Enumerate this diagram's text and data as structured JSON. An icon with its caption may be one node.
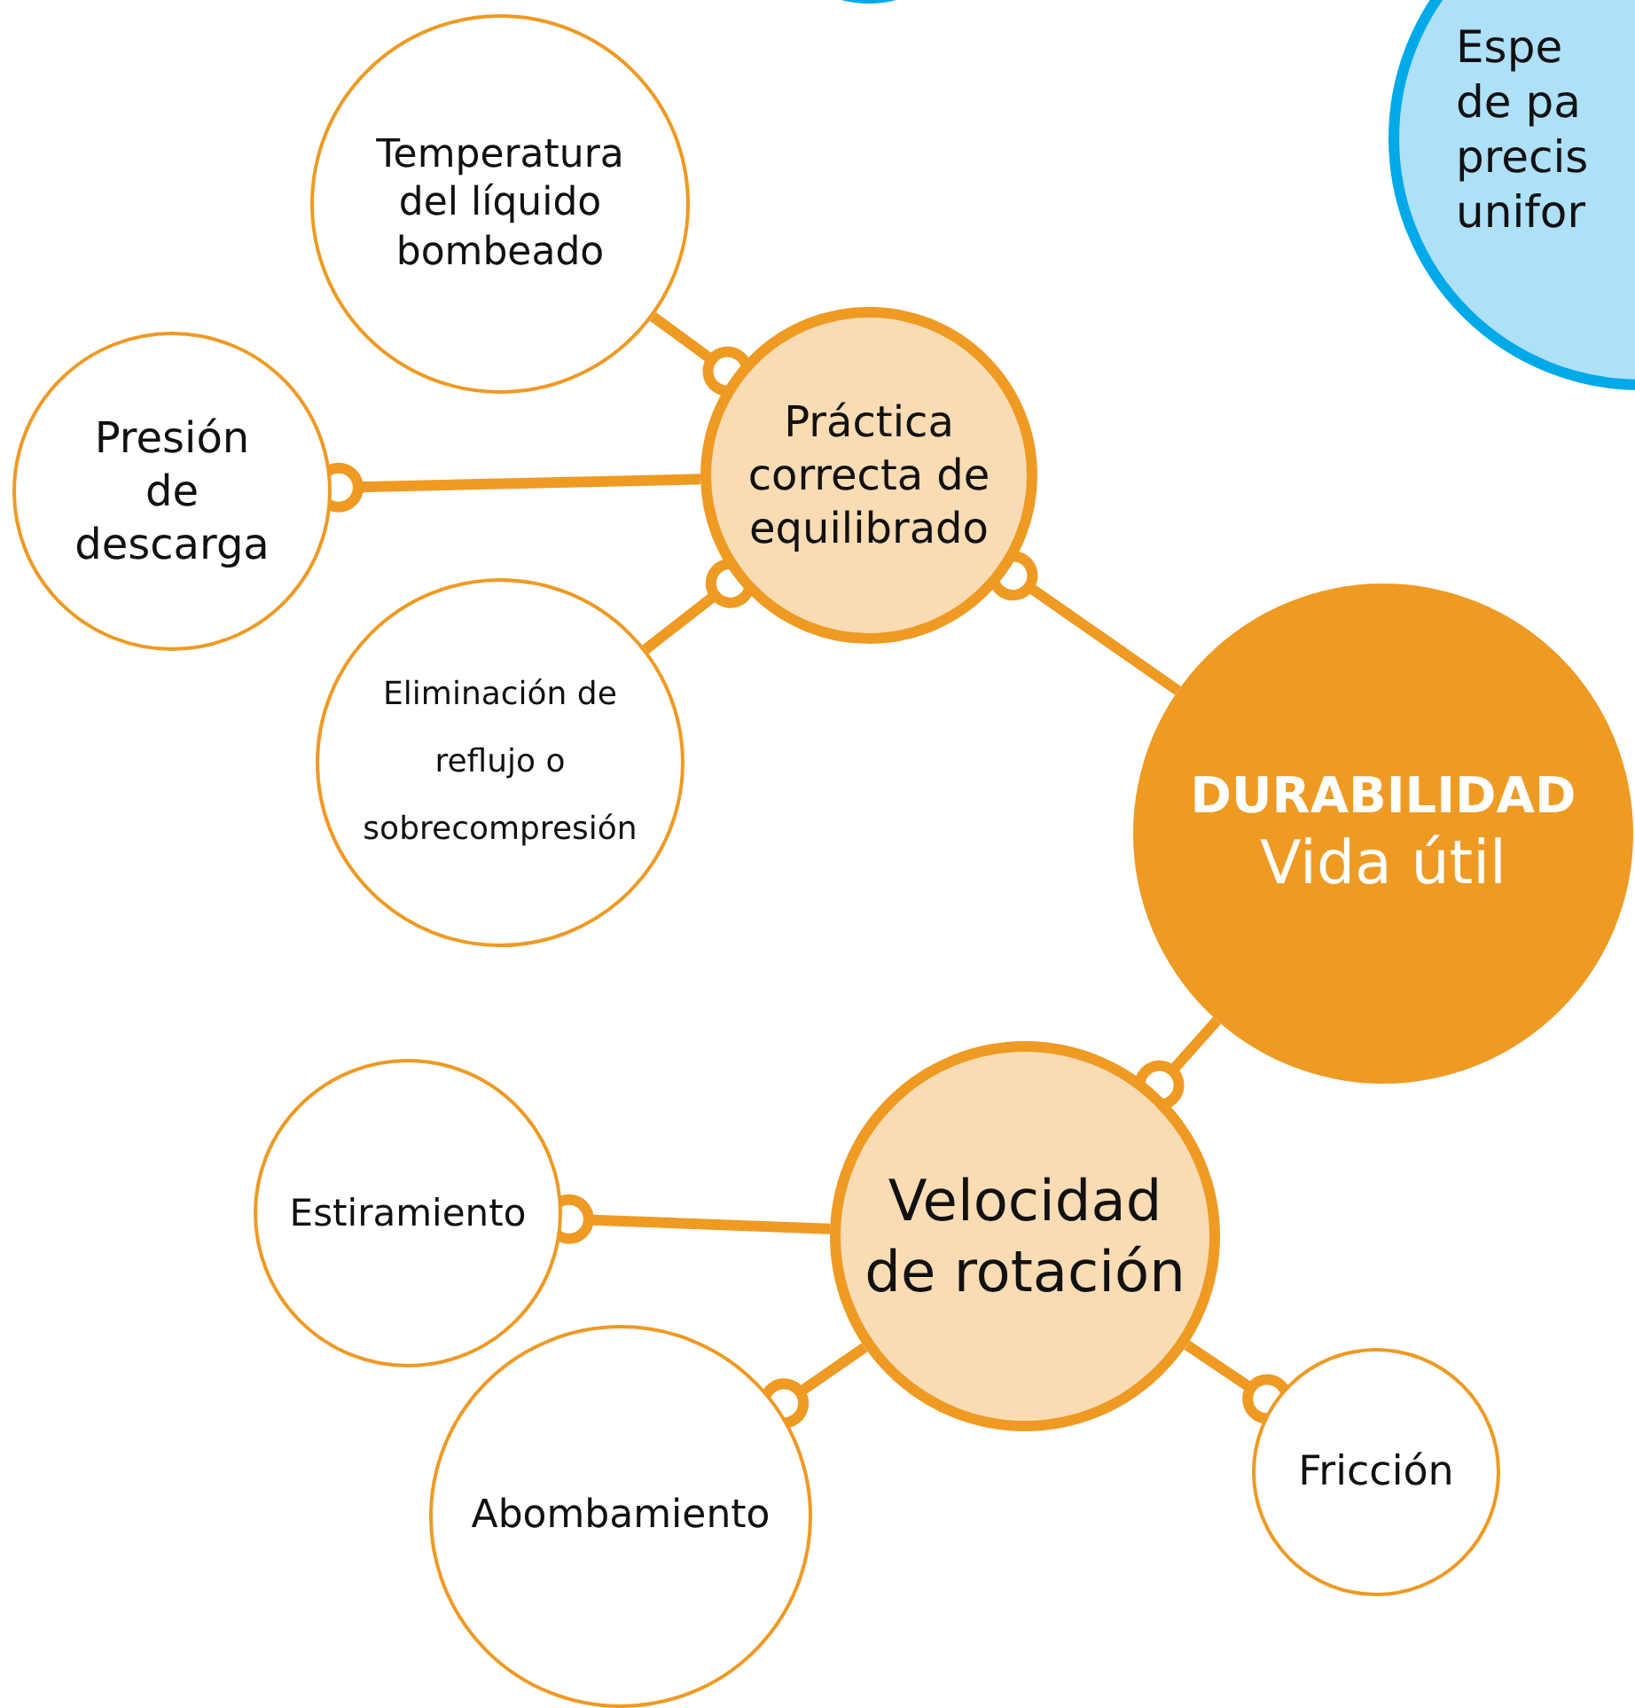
{
  "diagram": {
    "nodes": [
      {
        "text": [
          "DURABILIDAD",
          "Vida útil"
        ]
      },
      {
        "text": [
          "Práctica correcta de equilibrado"
        ]
      },
      {
        "text": [
          "Temperatura del líquido bombeado"
        ]
      },
      {
        "text": [
          "Presión de descarga"
        ]
      },
      {
        "text": [
          "Eliminación de reflujo o sobrecompresión"
        ]
      },
      {
        "text": [
          "Velocidad de rotación"
        ]
      },
      {
        "text": [
          "Estiramiento"
        ]
      },
      {
        "text": [
          "Abombamiento"
        ]
      },
      {
        "text": [
          "Fricción"
        ]
      },
      {
        "text": [
          "Espe de pa precis unifor"
        ]
      },
      {
        "text": [],
        "shape": "circle"
      }
    ],
    "edges": [
      {
        "from": 0,
        "to": 1,
        "arrow": "other"
      },
      {
        "from": 2,
        "to": 1,
        "arrow": "other"
      },
      {
        "from": 1,
        "to": 3,
        "arrow": "other"
      },
      {
        "from": 4,
        "to": 1,
        "arrow": "other"
      },
      {
        "from": 0,
        "to": 5,
        "arrow": "other"
      },
      {
        "from": 5,
        "to": 6,
        "arrow": "other"
      },
      {
        "from": 5,
        "to": 7,
        "arrow": "other"
      },
      {
        "from": 5,
        "to": 8,
        "arrow": "other"
      }
    ]
  }
}
